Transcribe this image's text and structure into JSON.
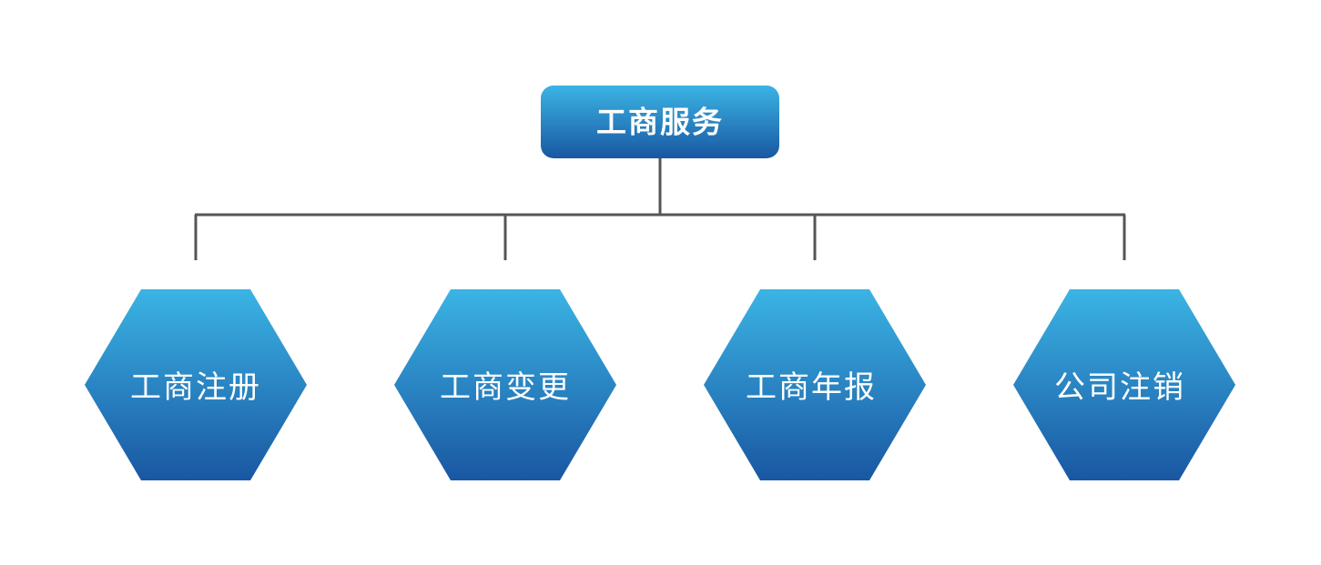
{
  "root": {
    "label": "工商服务"
  },
  "children": [
    {
      "label": "工商注册"
    },
    {
      "label": "工商变更"
    },
    {
      "label": "工商年报"
    },
    {
      "label": "公司注销"
    }
  ],
  "colors": {
    "gradient_top": "#3bb4e4",
    "gradient_bottom": "#1957a2",
    "connector": "#555555",
    "text": "#ffffff"
  }
}
